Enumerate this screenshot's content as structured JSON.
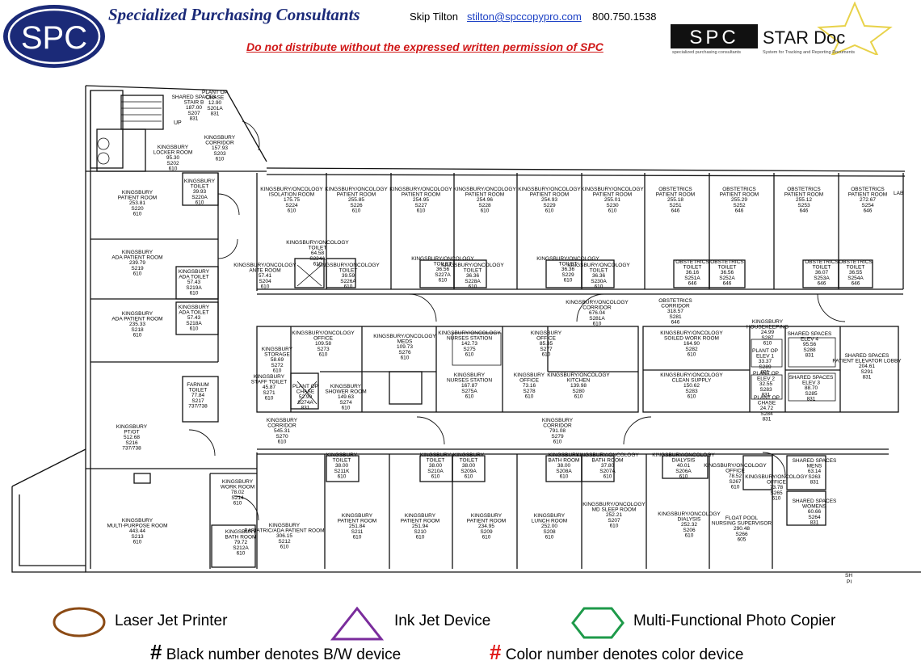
{
  "header": {
    "logo_text": "SPC",
    "company": "Specialized Purchasing Consultants",
    "contact_name": "Skip Tilton",
    "contact_email": "stilton@spccopypro.com",
    "contact_phone": "800.750.1538",
    "notice": "Do not distribute without the expressed written permission of SPC",
    "stardoc_logo": "SPC",
    "stardoc_title": "STAR Doc",
    "stardoc_tagline_left": "specialized purchasing consultants",
    "stardoc_tagline_right": "System for Tracking and Reporting Documents"
  },
  "rooms": [
    {
      "lines": [
        "SHARED SPACES",
        "STAIR B",
        "187.00",
        "S207",
        "831"
      ]
    },
    {
      "lines": [
        "PLANT OP",
        "CHASE",
        "12.90",
        "S201A",
        "831"
      ]
    },
    {
      "lines": [
        "KINGSBURY",
        "CORRIDOR",
        "157.93",
        "S203",
        "610"
      ]
    },
    {
      "lines": [
        "KINGSBURY",
        "LOCKER ROOM",
        "95.30",
        "S202",
        "610"
      ]
    },
    {
      "lines": [
        "KINGSBURY",
        "TOILET",
        "39.93",
        "S220A",
        "610"
      ]
    },
    {
      "lines": [
        "KINGSBURY",
        "PATIENT ROOM",
        "253.81",
        "S220",
        "610"
      ]
    },
    {
      "lines": [
        "KINGSBURY",
        "ADA PATIENT ROOM",
        "239.79",
        "S219",
        "610"
      ]
    },
    {
      "lines": [
        "KINGSBURY",
        "ADA TOILET",
        "57.43",
        "S219A",
        "610"
      ]
    },
    {
      "lines": [
        "KINGSBURY",
        "ADA TOILET",
        "57.43",
        "S218A",
        "610"
      ]
    },
    {
      "lines": [
        "KINGSBURY",
        "ADA PATIENT ROOM",
        "235.33",
        "S218",
        "610"
      ]
    },
    {
      "lines": [
        "KINGSBURY/ONCOLOGY",
        "ISOLATION ROOM",
        "175.75",
        "S224",
        "610"
      ]
    },
    {
      "lines": [
        "KINGSBURY/ONCOLOGY",
        "PATIENT ROOM",
        "255.85",
        "S226",
        "610"
      ]
    },
    {
      "lines": [
        "KINGSBURY/ONCOLOGY",
        "PATIENT ROOM",
        "254.95",
        "S227",
        "610"
      ]
    },
    {
      "lines": [
        "KINGSBURY/ONCOLOGY",
        "PATIENT ROOM",
        "254.96",
        "S228",
        "610"
      ]
    },
    {
      "lines": [
        "KINGSBURY/ONCOLOGY",
        "PATIENT ROOM",
        "254.93",
        "S229",
        "610"
      ]
    },
    {
      "lines": [
        "KINGSBURY/ONCOLOGY",
        "PATIENT ROOM",
        "255.01",
        "S230",
        "610"
      ]
    },
    {
      "lines": [
        "OBSTETRICS",
        "PATIENT ROOM",
        "255.18",
        "S251",
        "646"
      ]
    },
    {
      "lines": [
        "OBSTETRICS",
        "PATIENT ROOM",
        "255.29",
        "S252",
        "646"
      ]
    },
    {
      "lines": [
        "OBSTETRICS",
        "PATIENT ROOM",
        "255.12",
        "S253",
        "646"
      ]
    },
    {
      "lines": [
        "OBSTETRICS",
        "PATIENT ROOM",
        "272.67",
        "S254",
        "646"
      ]
    },
    {
      "lines": [
        "KINGSBURY/ONCOLOGY",
        "TOILET",
        "64.58",
        "S224A",
        "610"
      ]
    },
    {
      "lines": [
        "KINGSBURY/ONCOLOGY",
        "ANTE ROOM",
        "57.41",
        "S204",
        "610"
      ]
    },
    {
      "lines": [
        "KINGSBURY/ONCOLOGY",
        "TOILET",
        "39.59",
        "S226A",
        "610"
      ]
    },
    {
      "lines": [
        "KINGSBURY/ONCOLOGY",
        "TOILET",
        "36.56",
        "S227A",
        "610"
      ]
    },
    {
      "lines": [
        "KINGSBURY/ONCOLOGY",
        "TOILET",
        "36.36",
        "S228A",
        "610"
      ]
    },
    {
      "lines": [
        "KINGSBURY/ONCOLOGY",
        "TOILET",
        "36.36",
        "S229",
        "610"
      ]
    },
    {
      "lines": [
        "KINGSBURY/ONCOLOGY",
        "TOILET",
        "36.36",
        "S230A",
        "610"
      ]
    },
    {
      "lines": [
        "OBSTETRICS",
        "TOILET",
        "36.16",
        "S251A",
        "646"
      ]
    },
    {
      "lines": [
        "OBSTETRICS",
        "TOILET",
        "36.56",
        "S252A",
        "646"
      ]
    },
    {
      "lines": [
        "OBSTETRICS",
        "TOILET",
        "36.07",
        "S253A",
        "646"
      ]
    },
    {
      "lines": [
        "OBSTETRICS",
        "TOILET",
        "36.55",
        "S254A",
        "646"
      ]
    },
    {
      "lines": [
        "KINGSBURY/ONCOLOGY",
        "CORRIDOR",
        "676.04",
        "S281A",
        "610"
      ]
    },
    {
      "lines": [
        "OBSTETRICS",
        "CORRIDOR",
        "318.57",
        "S281",
        "646"
      ]
    },
    {
      "lines": [
        "KINGSBURY",
        "STORAGE",
        "58.69",
        "S272",
        "610"
      ]
    },
    {
      "lines": [
        "KINGSBURY/ONCOLOGY",
        "OFFICE",
        "109.58",
        "S273",
        "610"
      ]
    },
    {
      "lines": [
        "KINGSBURY/ONCOLOGY",
        "MEDS",
        "109.73",
        "S276",
        "610"
      ]
    },
    {
      "lines": [
        "KINGSBURY/ONCOLOGY",
        "NURSES STATION",
        "142.73",
        "S275",
        "610"
      ]
    },
    {
      "lines": [
        "KINGSBURY",
        "OFFICE",
        "85.35",
        "S277",
        "610"
      ]
    },
    {
      "lines": [
        "KINGSBURY/ONCOLOGY",
        "SOILED WORK ROOM",
        "164.90",
        "S282",
        "610"
      ]
    },
    {
      "lines": [
        "KINGSBURY",
        "HOUSEKEEPING",
        "24.99",
        "S287",
        "610"
      ]
    },
    {
      "lines": [
        "SHARED SPACES",
        "ELEV 4",
        "95.56",
        "S288",
        "831"
      ]
    },
    {
      "lines": [
        "SHARED SPACES",
        "PATIENT ELEVATOR LOBBY",
        "204.61",
        "S291",
        "831"
      ]
    },
    {
      "lines": [
        "PLANT OP",
        "ELEV 1",
        "33.37",
        "S289",
        "831"
      ]
    },
    {
      "lines": [
        "KINGSBURY",
        "STAFF TOILET",
        "45.87",
        "S271",
        "610"
      ]
    },
    {
      "lines": [
        "PLANT OP",
        "CHASE",
        "52.99",
        "S274A",
        "831"
      ]
    },
    {
      "lines": [
        "KINGSBURY",
        "SHOWER ROOM",
        "149.63",
        "S274",
        "610"
      ]
    },
    {
      "lines": [
        "KINGSBURY",
        "NURSES STATION",
        "167.87",
        "S275A",
        "610"
      ]
    },
    {
      "lines": [
        "KINGSBURY",
        "OFFICE",
        "73.16",
        "S278",
        "610"
      ]
    },
    {
      "lines": [
        "KINGSBURY/ONCOLOGY",
        "KITCHEN",
        "139.98",
        "S280",
        "610"
      ]
    },
    {
      "lines": [
        "KINGSBURY/ONCOLOGY",
        "CLEAN SUPPLY",
        "150.62",
        "S283",
        "610"
      ]
    },
    {
      "lines": [
        "PLANT OP",
        "ELEV 2",
        "32.55",
        "S283",
        "831"
      ]
    },
    {
      "lines": [
        "SHARED SPACES",
        "ELEV 3",
        "88.70",
        "S285",
        "831"
      ]
    },
    {
      "lines": [
        "PLANT OP",
        "CHASE",
        "24.72",
        "S284",
        "831"
      ]
    },
    {
      "lines": [
        "FARNUM",
        "TOILET",
        "77.84",
        "S217",
        "737/738"
      ]
    },
    {
      "lines": [
        "KINGSBURY",
        "PT/OT",
        "512.68",
        "S216",
        "737/738"
      ]
    },
    {
      "lines": [
        "KINGSBURY",
        "CORRIDOR",
        "545.31",
        "S270",
        "610"
      ]
    },
    {
      "lines": [
        "KINGSBURY",
        "CORRIDOR",
        "791.08",
        "S279",
        "610"
      ]
    },
    {
      "lines": [
        "KINGSBURY",
        "TOILET",
        "38.00",
        "S211K",
        "610"
      ]
    },
    {
      "lines": [
        "KINGSBURY",
        "TOILET",
        "38.00",
        "S210A",
        "610"
      ]
    },
    {
      "lines": [
        "KINGSBURY",
        "TOILET",
        "38.00",
        "S209A",
        "610"
      ]
    },
    {
      "lines": [
        "KINGSBURY",
        "BATH ROOM",
        "38.00",
        "S208A",
        "610"
      ]
    },
    {
      "lines": [
        "KINGSBURY/ONCOLOGY",
        "BATH ROOM",
        "37.80",
        "S207A",
        "610"
      ]
    },
    {
      "lines": [
        "KINGSBURY/ONCOLOGY",
        "DIALYSIS",
        "40.01",
        "S206A",
        "610"
      ]
    },
    {
      "lines": [
        "KINGSBURY/ONCOLOGY",
        "OFFICE",
        "78.52",
        "S267",
        "610"
      ]
    },
    {
      "lines": [
        "KINGSBURY/ONCOLOGY",
        "OFFICE",
        "73.78",
        "S265",
        "610"
      ]
    },
    {
      "lines": [
        "SHARED SPACES",
        "MENS",
        "63.14",
        "S263",
        "831"
      ]
    },
    {
      "lines": [
        "SHARED SPACES",
        "WOMENS",
        "60.66",
        "S264",
        "831"
      ]
    },
    {
      "lines": [
        "KINGSBURY",
        "WORK ROOM",
        "78.02",
        "S214",
        "610"
      ]
    },
    {
      "lines": [
        "KINGSBURY",
        "MULTI-PURPOSE ROOM",
        "443.44",
        "S213",
        "610"
      ]
    },
    {
      "lines": [
        "KINGSBURY",
        "BARIATRIC/ADA PATIENT ROOM",
        "306.15",
        "S212",
        "610"
      ]
    },
    {
      "lines": [
        "KINGSBURY",
        "BATH ROOM",
        "79.72",
        "S212A",
        "610"
      ]
    },
    {
      "lines": [
        "KINGSBURY",
        "PATIENT ROOM",
        "251.84",
        "S211",
        "610"
      ]
    },
    {
      "lines": [
        "KINGSBURY",
        "PATIENT ROOM",
        "251.94",
        "S210",
        "610"
      ]
    },
    {
      "lines": [
        "KINGSBURY",
        "PATIENT ROOM",
        "234.95",
        "S209",
        "610"
      ]
    },
    {
      "lines": [
        "KINGSBURY",
        "LUNCH ROOM",
        "252.00",
        "S208",
        "610"
      ]
    },
    {
      "lines": [
        "KINGSBURY/ONCOLOGY",
        "MD SLEEP ROOM",
        "252.21",
        "S207",
        "610"
      ]
    },
    {
      "lines": [
        "KINGSBURY/ONCOLOGY",
        "DIALYSIS",
        "252.32",
        "S206",
        "610"
      ]
    },
    {
      "lines": [
        "FLOAT POOL",
        "NURSING SUPERVISOR",
        "290.48",
        "S266",
        "605"
      ]
    }
  ],
  "plan_labels": {
    "up": "UP",
    "lab": "LAB",
    "stub1": "SH",
    "stub2": "PI"
  },
  "legend": {
    "laser": "Laser Jet Printer",
    "inkjet": "Ink Jet Device",
    "mfp": "Multi-Functional Photo Copier",
    "hash": "#",
    "bw_note": "Black number denotes B/W device",
    "color_note": "Color number denotes color device",
    "laser_color": "#8b4a14",
    "inkjet_color": "#7a2c9c",
    "mfp_color": "#1e9a4a",
    "color_hash": "#e01818"
  }
}
